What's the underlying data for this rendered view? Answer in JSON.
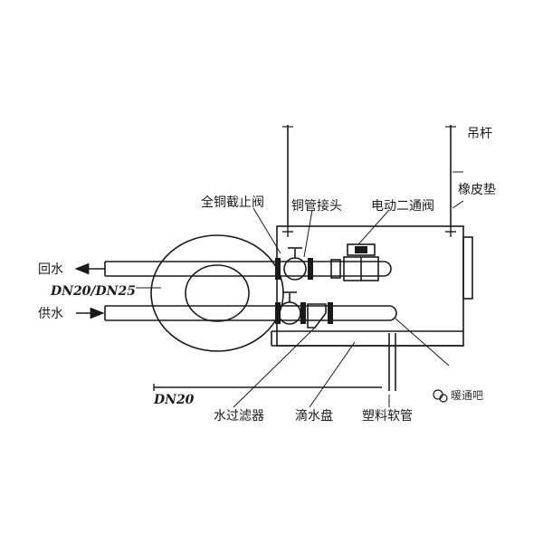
{
  "diagram": {
    "labels": {
      "hanger_rod": "吊杆",
      "rubber_pad": "橡皮垫",
      "copper_stop_valve": "全铜截止阀",
      "copper_connector": "铜管接头",
      "electric_two_way_valve": "电动二通阀",
      "return_water": "回水",
      "supply_water": "供水",
      "pipe_size_main": "DN20/DN25",
      "pipe_size_drain": "DN20",
      "water_filter": "水过滤器",
      "drip_tray": "滴水盘",
      "plastic_hose": "塑料软管"
    },
    "watermark": "暖通吧",
    "colors": {
      "line": "#1a1a1a",
      "background": "#ffffff"
    }
  }
}
